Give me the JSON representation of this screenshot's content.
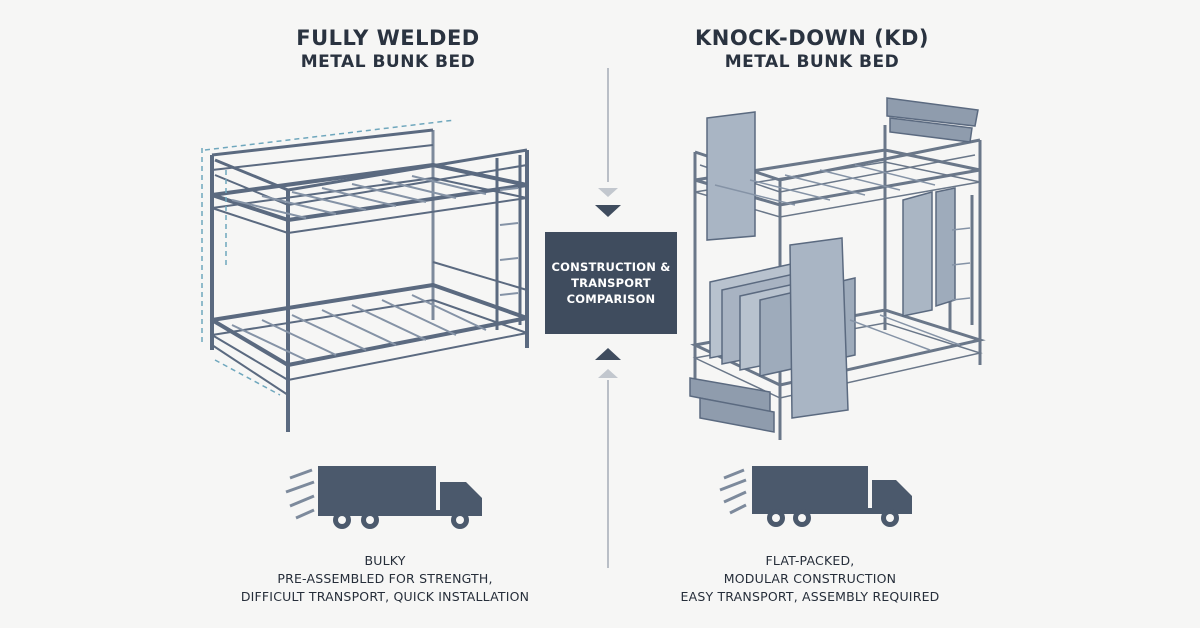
{
  "left": {
    "title_line1": "FULLY WELDED",
    "title_line2": "METAL BUNK BED",
    "caption": [
      "BULKY",
      "PRE-ASSEMBLED FOR STRENGTH,",
      "DIFFICULT TRANSPORT, QUICK INSTALLATION"
    ],
    "illustration_icon": "welded-bunk-bed",
    "transport_icon": "truck-icon"
  },
  "right": {
    "title_line1": "KNOCK-DOWN (KD)",
    "title_line2": "METAL BUNK BED",
    "caption": [
      "FLAT-PACKED,",
      "MODULAR CONSTRUCTION",
      "EASY TRANSPORT, ASSEMBLY REQUIRED"
    ],
    "illustration_icon": "knock-down-bunk-bed",
    "transport_icon": "truck-icon"
  },
  "center": {
    "label": [
      "CONSTRUCTION &",
      "TRANSPORT",
      "COMPARISON"
    ]
  },
  "colors": {
    "primary": "#3f4c5e",
    "frame": "#5b6a80",
    "dimension_line": "#6fa7bd",
    "background": "#f6f6f5",
    "divider": "#b9bec6"
  }
}
